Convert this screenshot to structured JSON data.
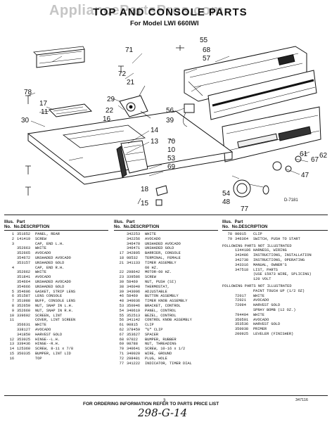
{
  "watermark": "AppliancePartsPros.com",
  "title": "TOP AND CONSOLE PARTS",
  "subtitle": "For Model LWI 660IWI",
  "callouts": [
    "55",
    "68",
    "57",
    "71",
    "72",
    "21",
    "78",
    "17",
    "11",
    "30",
    "29",
    "22",
    "16",
    "56",
    "39",
    "14",
    "13",
    "70",
    "10",
    "53",
    "69",
    "67",
    "61",
    "62",
    "47",
    "54",
    "48",
    "18",
    "15",
    "77",
    "D-7181"
  ],
  "headers": {
    "illus": "Illus.",
    "part": "Part",
    "no": "No.",
    "no2": "No.",
    "description": "DESCRIPTION"
  },
  "columns": [
    {
      "rows": [
        [
          "1",
          "351652",
          "PANEL, REAR"
        ],
        [
          "2",
          "141419",
          "SCREW"
        ],
        [
          "3",
          "",
          "CAP, END L.H."
        ],
        [
          "",
          "352663",
          "WHITE"
        ],
        [
          "",
          "352665",
          "AVOCADO"
        ],
        [
          "",
          "354672",
          "UNSHADED AVOCADO"
        ],
        [
          "",
          "353157",
          "UNSHADED GOLD"
        ],
        [
          "4",
          "",
          "CAP, END R.H."
        ],
        [
          "",
          "352662",
          "WHITE"
        ],
        [
          "",
          "351841",
          "AVOCADO"
        ],
        [
          "",
          "354664",
          "UNSHADED AVOCADO"
        ],
        [
          "",
          "354666",
          "UNSHADED GOLD"
        ],
        [
          "5",
          "354606",
          "GASKET, STRIP LENS"
        ],
        [
          "6",
          "351587",
          "LENS CONSOLE"
        ],
        [
          "7",
          "351988",
          "BUFF, CONSOLE LENS"
        ],
        [
          "8",
          "352659",
          "NUT, SNAP IN L.H."
        ],
        [
          "9",
          "352660",
          "NUT, SNAP IN R.H."
        ],
        [
          "10",
          "339692",
          "SCREEN, LINT"
        ],
        [
          "11",
          "",
          "COVER, LINT SCREEN"
        ],
        [
          "",
          "356631",
          "WHITE"
        ],
        [
          "",
          "338127",
          "AVOCADO"
        ],
        [
          "",
          "341850",
          "HARVEST GOLD"
        ],
        [
          "12",
          "353025",
          "HINGE--L.H."
        ],
        [
          "13",
          "339436",
          "HINGE--R.H."
        ],
        [
          "14",
          "125360",
          "SCREW, 8-11 x 7/8"
        ],
        [
          "15",
          "350335",
          "BUMPER, LINT LID"
        ],
        [
          "16",
          "",
          "TOP"
        ]
      ]
    },
    {
      "rows": [
        [
          "",
          "342253",
          "WHITE"
        ],
        [
          "",
          "342256",
          "AVOCADO"
        ],
        [
          "",
          "346470",
          "UNSHADED AVOCADO"
        ],
        [
          "",
          "346471",
          "UNSHADED GOLD"
        ],
        [
          "17",
          "342805",
          "BARRIER, CONSOLE"
        ],
        [
          "18",
          "98532",
          "TERMINAL, FEMALE"
        ],
        [
          "21",
          "341133",
          "TIMER ASSEMBLY"
        ],
        [
          "",
          "",
          "60 HZ."
        ],
        [
          "22",
          "298642",
          "MOTOR-60 HZ."
        ],
        [
          "23",
          "339586",
          "SCREW"
        ],
        [
          "30",
          "58469",
          "NUT, PUSH (SI)"
        ],
        [
          "38",
          "346040",
          "THERMOSTAT,"
        ],
        [
          "39",
          "343006",
          "ADJUSTABLE"
        ],
        [
          "46",
          "58469",
          "BUTTON ASSEMBLY"
        ],
        [
          "48",
          "340036",
          "TIMER KNOB ASSEMBLY"
        ],
        [
          "53",
          "350946",
          "BRACKET, CONTROL"
        ],
        [
          "54",
          "340619",
          "PANEL, CONTROL"
        ],
        [
          "55",
          "352513",
          "BEZEL, CONTROL"
        ],
        [
          "56",
          "341142",
          "CONTROL KNOB ASSEMBLY"
        ],
        [
          "61",
          "90815",
          "CLIP"
        ],
        [
          "62",
          "378459",
          "\"U\" CLIP"
        ],
        [
          "67",
          "353627",
          "SPACER"
        ],
        [
          "68",
          "97022",
          "BUMPER, RUBBER"
        ],
        [
          "69",
          "98788",
          "NUT, THREADING"
        ],
        [
          "70",
          "340641",
          "SCREW, 10-16 x 1/2"
        ],
        [
          "71",
          "340020",
          "WIRE, GROUND"
        ],
        [
          "72",
          "298481",
          "PLUG, HOLE"
        ],
        [
          "77",
          "341222",
          "INDICATOR, TIMER DIAL"
        ]
      ]
    },
    {
      "rows": [
        [
          "78",
          "90015",
          "CLIP"
        ],
        [
          "79",
          "346364",
          "SWITCH, PUSH TO START"
        ]
      ],
      "heading_a": "FOLLOWING PARTS NOT ILLUSTRATED",
      "rows_a": [
        [
          "",
          "1344186",
          "HARNESS, WIRING"
        ],
        [
          "",
          "343486",
          "INSTRUCTIONS, INSTALLATION"
        ],
        [
          "",
          "342738",
          "INSTRUCTIONS, OPERATING"
        ],
        [
          "",
          "343316",
          "MANUAL, OWNER'S"
        ],
        [
          "",
          "347518",
          "LIST, PARTS"
        ],
        [
          "",
          "",
          "(USE 15973 WIRE, SPLICING)"
        ],
        [
          "",
          "",
          "120 VOLT"
        ]
      ],
      "heading_b": "FOLLOWING PARTS NOT ILLUSTRATED",
      "rows_b": [
        [
          "",
          "",
          "PAINT TOUCH UP (1/2 OZ)"
        ],
        [
          "",
          "72017",
          "WHITE"
        ],
        [
          "",
          "72021",
          "AVOCADO"
        ],
        [
          "",
          "72094",
          "HARVEST GOLD"
        ],
        [
          "",
          "",
          "SPRAY BOMB (12 OZ.)"
        ],
        [
          "",
          "794404",
          "WHITE"
        ],
        [
          "",
          "350591",
          "AVOCADO"
        ],
        [
          "",
          "353536",
          "HARVEST GOLD"
        ],
        [
          "",
          "350038",
          "PRIMER"
        ],
        [
          "",
          "200925",
          "LEVELER (FINISHER)"
        ]
      ]
    }
  ],
  "footer": "FOR ORDERING INFORMATION REFER TO PARTS PRICE LIST",
  "page_number": "3",
  "footer_code": "347116",
  "handwriting": "298-G-14"
}
